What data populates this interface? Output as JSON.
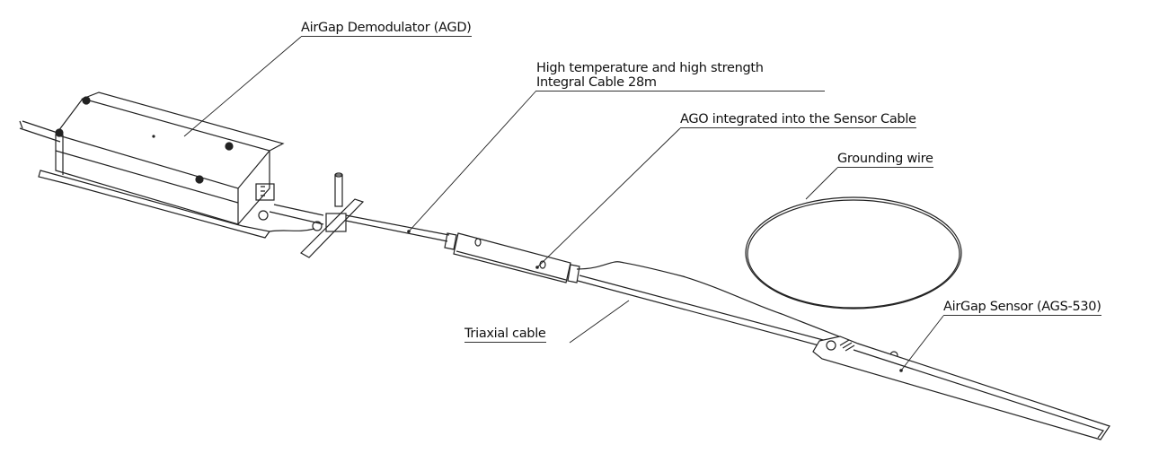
{
  "labels": {
    "agd": "AirGap Demodulator (AGD)",
    "cable_line1": "High temperature and high strength",
    "cable_line2": "Integral Cable 28m",
    "ago": "AGO integrated into the Sensor Cable",
    "grounding": "Grounding wire",
    "sensor": "AirGap Sensor (AGS-530)",
    "triaxial": "Triaxial cable"
  },
  "colors": {
    "line": "#222222",
    "background": "#ffffff"
  }
}
